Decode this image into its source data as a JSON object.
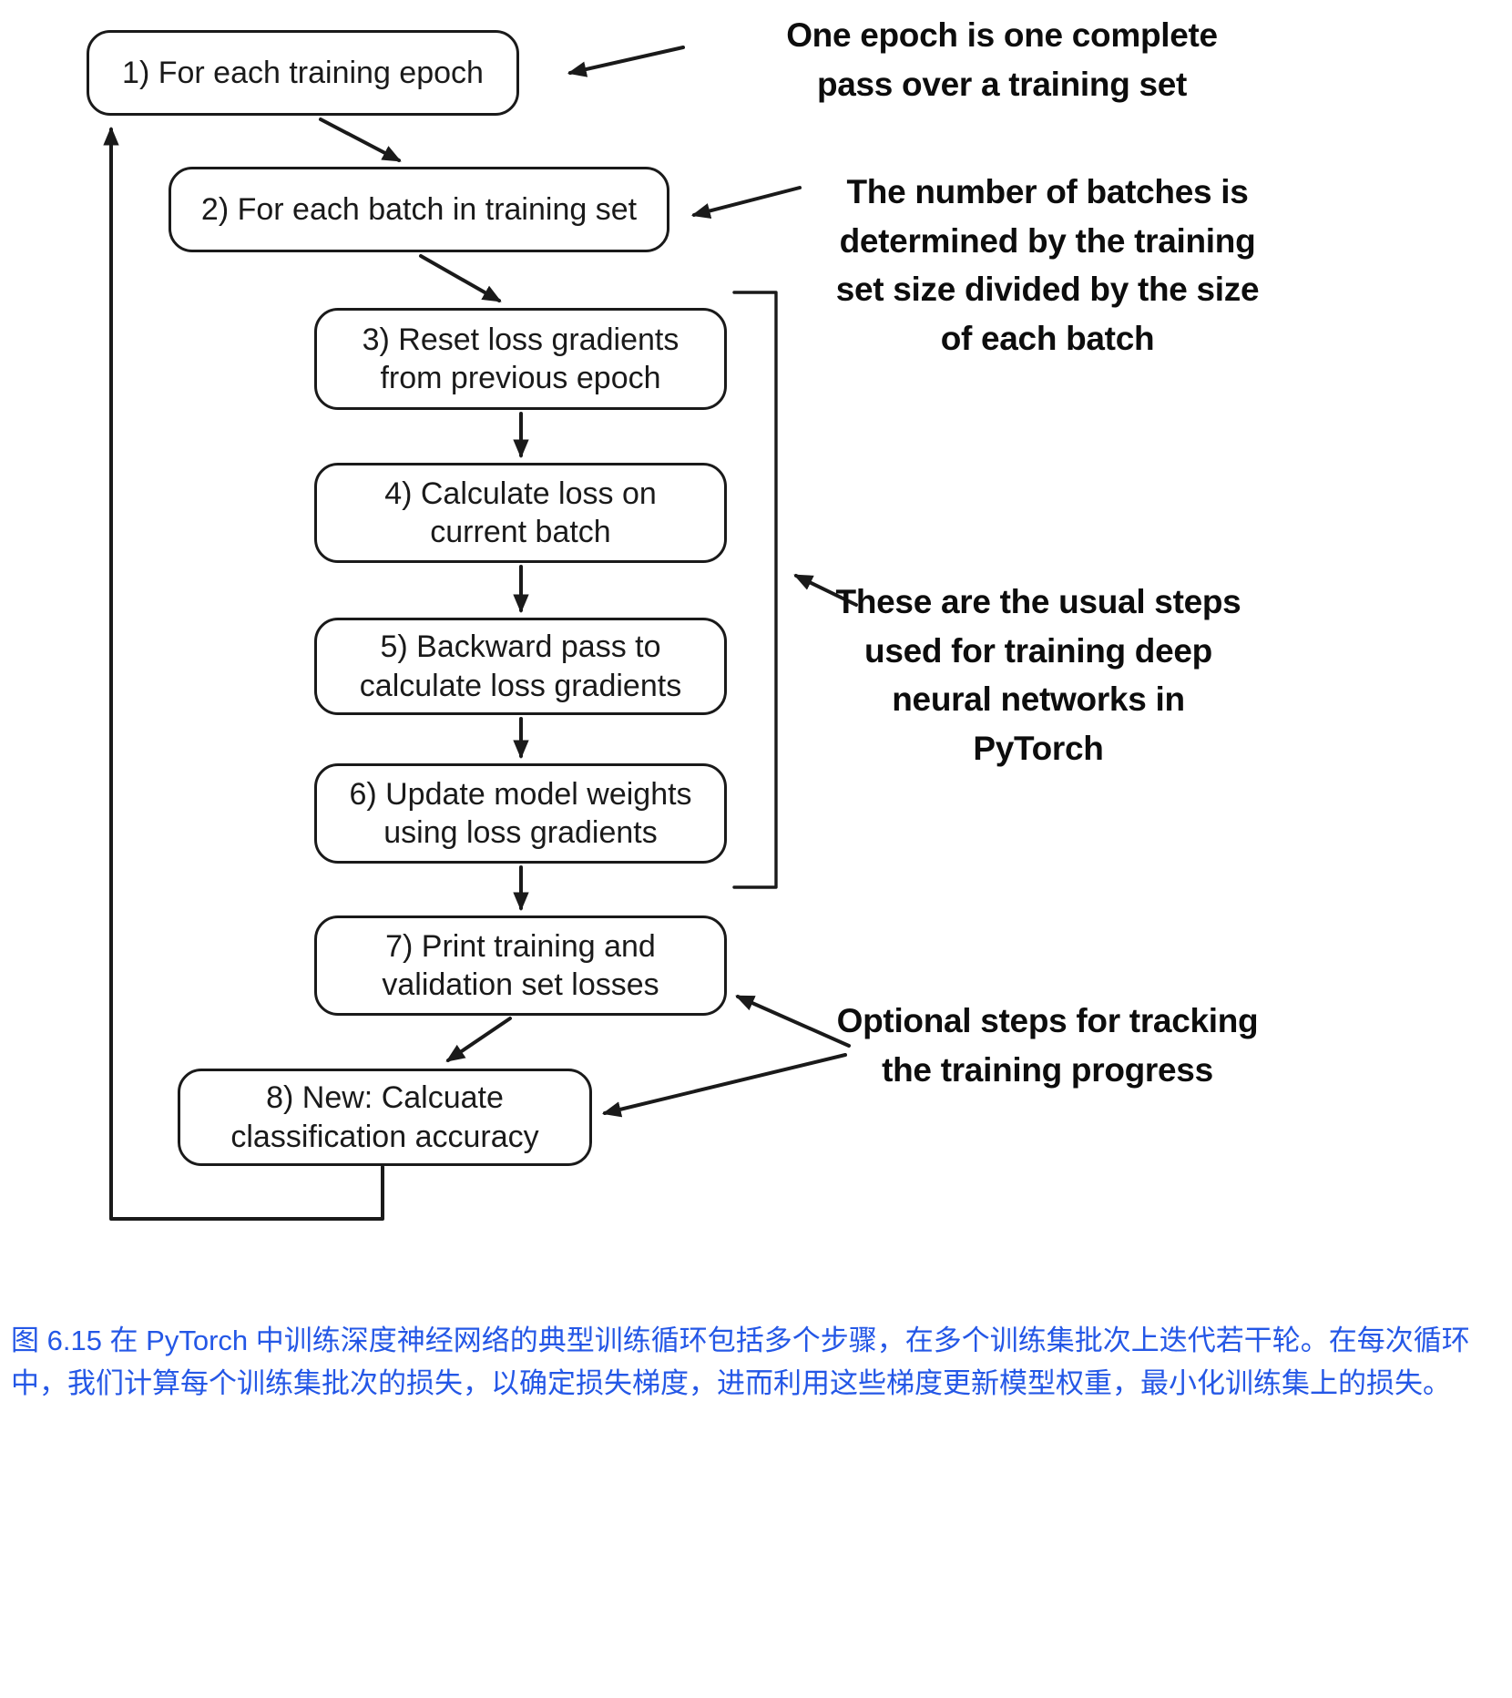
{
  "boxes": [
    {
      "id": "step-1",
      "lines": [
        "1) For each training epoch"
      ]
    },
    {
      "id": "step-2",
      "lines": [
        "2) For each batch in training set"
      ]
    },
    {
      "id": "step-3",
      "lines": [
        "3) Reset loss gradients",
        "from previous epoch"
      ]
    },
    {
      "id": "step-4",
      "lines": [
        "4) Calculate loss on",
        "current batch"
      ]
    },
    {
      "id": "step-5",
      "lines": [
        "5) Backward pass to",
        "calculate loss gradients"
      ]
    },
    {
      "id": "step-6",
      "lines": [
        "6) Update model weights",
        "using loss gradients"
      ]
    },
    {
      "id": "step-7",
      "lines": [
        "7) Print training and",
        "validation set losses"
      ]
    },
    {
      "id": "step-8",
      "lines": [
        "8) New: Calcuate",
        "classification accuracy"
      ]
    }
  ],
  "annotations": [
    {
      "id": "epoch-note",
      "lines": [
        "One epoch is one complete",
        "pass over a training set"
      ]
    },
    {
      "id": "batches-note",
      "lines": [
        "The number of batches is",
        "determined by the training",
        "set size divided by the size",
        "of each batch"
      ]
    },
    {
      "id": "usual-steps-note",
      "lines": [
        "These are the usual steps",
        "used for training deep",
        "neural networks in",
        "PyTorch"
      ]
    },
    {
      "id": "optional-steps-note",
      "lines": [
        "Optional steps for tracking",
        "the training progress"
      ]
    }
  ],
  "caption": {
    "text": "图 6.15 在 PyTorch 中训练深度神经网络的典型训练循环包括多个步骤，在多个训练集批次上迭代若干轮。在每次循环中，我们计算每个训练集批次的损失，以确定损失梯度，进而利用这些梯度更新模型权重，最小化训练集上的损失。"
  },
  "colors": {
    "ink": "#1a1a1a",
    "background": "#ffffff",
    "caption": "#2457e6"
  }
}
